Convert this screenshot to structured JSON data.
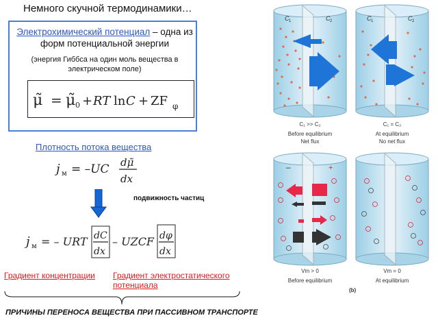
{
  "slide": {
    "title": "Немного скучной термодинамики…",
    "definition": {
      "term": "Электрохимический потенциал",
      "rest": " – одна из форм потенциальной энергии",
      "note": "(энергия Гиббса на один моль вещества в электрическом поле)"
    },
    "flux_title": "Плотность потока вещества",
    "mobility_label": "подвижность частиц",
    "gradient_concentration": "Градиент концентрации",
    "gradient_potential": "Градиент электростатического потенциала",
    "causes": "ПРИЧИНЫ ПЕРЕНОСА ВЕЩЕСТВА ПРИ ПАССИВНОМ ТРАНСПОРТЕ"
  },
  "equations": {
    "potential": {
      "mu": "μ̃",
      "eq": "=",
      "mu0": "μ̃",
      "sub0": "0",
      "plus1": "+",
      "RT": "RT",
      "ln": "ln",
      "C": "C",
      "plus2": "+",
      "ZF": "ZF",
      "phi": "φ"
    },
    "flux": {
      "j": "j",
      "sub": "м",
      "eq": "= –UC",
      "num": "dμ̃",
      "den": "dx"
    },
    "expanded": {
      "j": "j",
      "sub": "м",
      "eq": "= – URT",
      "num1": "dC",
      "den1": "dx",
      "mid": "– UZCF",
      "num2": "dφ",
      "den2": "dx"
    }
  },
  "figure": {
    "top_left": {
      "c1": "C",
      "c1sub": "1",
      "c2": "C",
      "c2sub": "2",
      "cond": "C₁ >> C₂",
      "line1": "Before equilibrium",
      "line2": "Net flux"
    },
    "top_right": {
      "c1": "C",
      "c1sub": "1",
      "c2": "C",
      "c2sub": "2",
      "cond": "C₁ = C₂",
      "line1": "At equilibrium",
      "line2": "No net flux"
    },
    "bottom_left": {
      "minus": "–",
      "plus": "+",
      "cond": "Vm > 0",
      "line1": "Before equilibrium"
    },
    "bottom_right": {
      "cond": "Vm = 0",
      "line1": "At equilibrium"
    },
    "tag": "(b)"
  },
  "colors": {
    "accent_blue": "#2a56c6",
    "box_blue": "#4a7fd4",
    "red": "#e4171b",
    "arrow_blue": "#1566d6",
    "cylinder": "#cfe6f2"
  }
}
